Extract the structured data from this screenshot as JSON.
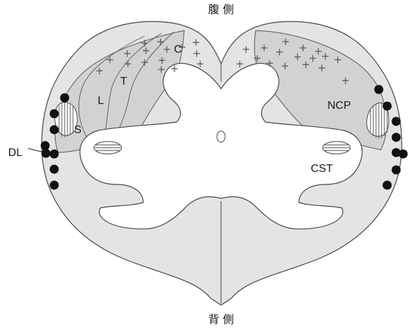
{
  "labels": {
    "top": "腹 側",
    "bottom": "背 側",
    "s": "S",
    "l": "L",
    "t": "T",
    "c": "C",
    "dl": "DL",
    "ncp": "NCP",
    "cst": "CST"
  },
  "marker_glyph": "+",
  "colors": {
    "cord_fill": "#e4e4e4",
    "tract_fill": "#d2d2d2",
    "grey_matter": "#ffffff",
    "outline": "#444444",
    "dot": "#111111"
  }
}
